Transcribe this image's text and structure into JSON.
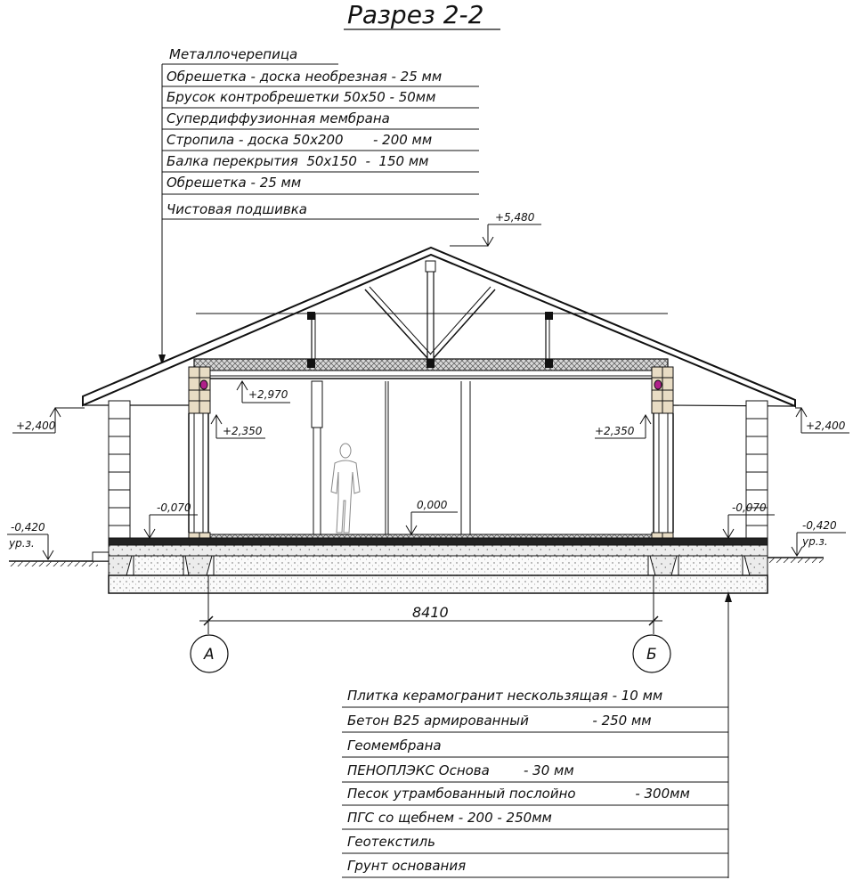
{
  "title": "Разрез 2-2",
  "roof_layers": [
    "Металлочерепица",
    "Обрешетка - доска необрезная - 25 мм",
    "Брусок контробрешетки 50х50 - 50мм",
    "Супердиффузионная мембрана",
    "Стропила - доска 50х200       - 200 мм",
    "Балка перекрытия  50х150  -  150 мм",
    "Обрешетка - 25 мм",
    "Чистовая подшивка"
  ],
  "floor_layers": [
    "Плитка керамогранит нескользящая - 10 мм",
    "Бетон В25 армированный               - 250 мм",
    "Геомембрана",
    "ПЕНОПЛЭКС Основа        - 30 мм",
    "Песок утрамбованный послойно              - 300мм",
    "ПГС со щебнем - 200 - 250мм",
    "Геотекстиль",
    "Грунт основания"
  ],
  "elevations": {
    "ridge": "+5,480",
    "ceiling": "+2,970",
    "eave_left": "+2,400",
    "eave_right": "+2,400",
    "window_left": "+2,350",
    "window_right": "+2,350",
    "slab_left": "-0,070",
    "slab_right": "-0,070",
    "floor": "0,000",
    "ground_left": "-0,420",
    "ground_right": "-0,420",
    "ground_note_left": "ур.з.",
    "ground_note_right": "ур.з."
  },
  "dimension": "8410",
  "axes": [
    "А",
    "Б"
  ],
  "colors": {
    "line": "#111111",
    "bolt": "#b0208a",
    "block": "#e8dcc4",
    "hatch": "#777777"
  }
}
